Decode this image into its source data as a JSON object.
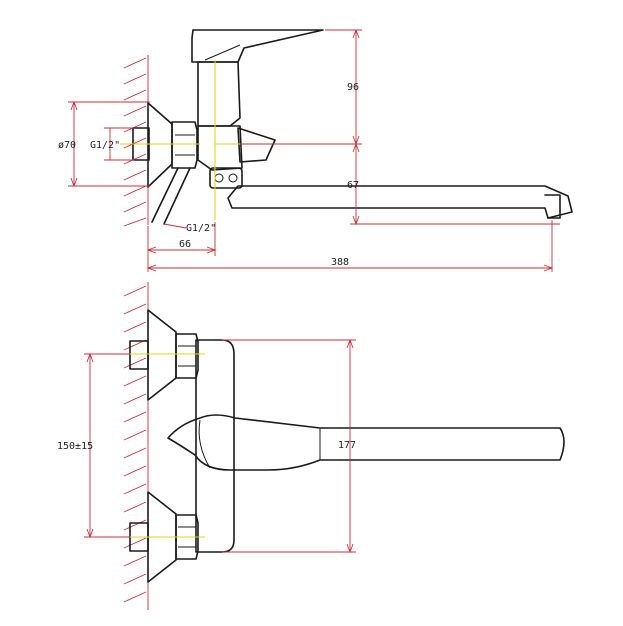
{
  "colors": {
    "outline": "#1a1a1a",
    "dimension": "#c8323a",
    "centerline": "#e8d21a",
    "wall_hatch": "#c8323a"
  },
  "dimensions": {
    "height_96": "96",
    "spout_height_67": "67",
    "flange_diameter": "ø70",
    "inlet_thread_top": "G1/2\"",
    "inlet_thread_bottom": "G1/2\"",
    "wall_offset": "66",
    "total_length": "388",
    "inlet_spacing": "150±15",
    "body_height": "177"
  }
}
